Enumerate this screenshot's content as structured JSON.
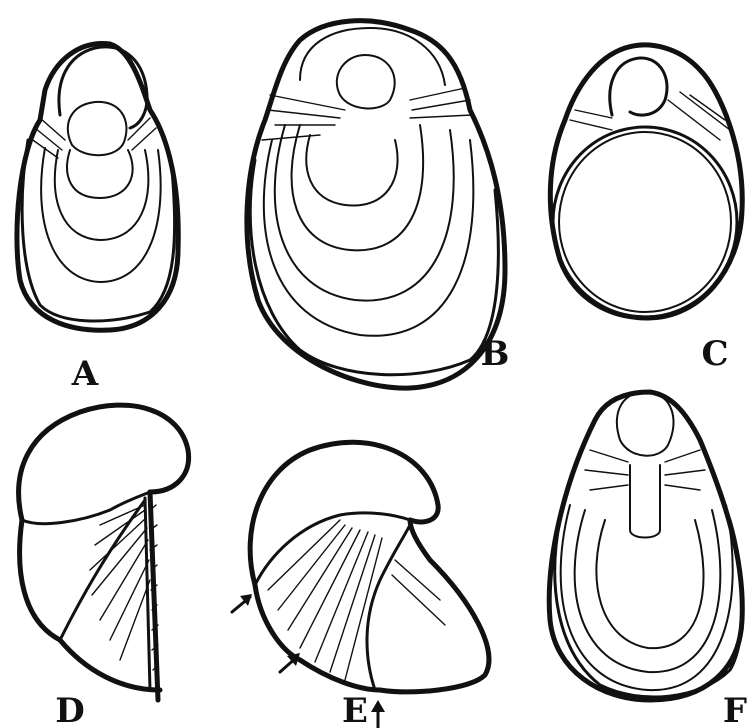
{
  "figure": {
    "panels": [
      {
        "label": "A",
        "view": "shell-growth-rings-dorsal"
      },
      {
        "label": "B",
        "view": "shell-growth-rings-dorsal-large"
      },
      {
        "label": "C",
        "view": "shell-ventral-round"
      },
      {
        "label": "D",
        "view": "shell-lateral-coiled-umbo"
      },
      {
        "label": "E",
        "view": "shell-lateral-with-arrows"
      },
      {
        "label": "F",
        "view": "shell-growth-rings-ligament"
      }
    ],
    "arrow_icons": [
      "arrow-up-right-icon",
      "arrow-up-right-icon",
      "arrow-up-icon"
    ]
  }
}
